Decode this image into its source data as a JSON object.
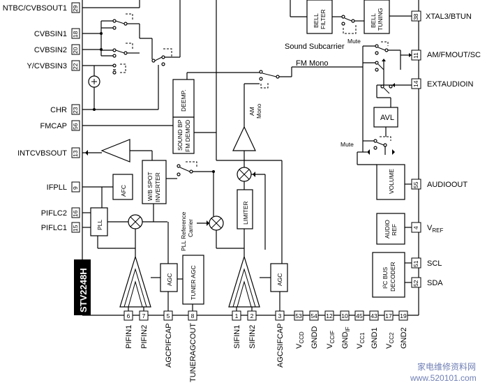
{
  "chip_name": "STV2248H",
  "left_pins": [
    {
      "label": "NTBC/CVBSOUT1",
      "pin": "29"
    },
    {
      "label": "CVBSIN1",
      "pin": "18"
    },
    {
      "label": "CVBSIN2",
      "pin": "20"
    },
    {
      "label": "Y/CVBSIN3",
      "pin": "22"
    },
    {
      "label": "CHR",
      "pin": "23"
    },
    {
      "label": "FMCAP",
      "pin": "56"
    },
    {
      "label": "INTCVBSOUT",
      "pin": "13"
    },
    {
      "label": "IFPLL",
      "pin": "9"
    },
    {
      "label": "PIFLC2",
      "pin": "16"
    },
    {
      "label": "PIFLC1",
      "pin": "15"
    }
  ],
  "right_pins": [
    {
      "label": "XTAL3/BTUN",
      "pin": "38"
    },
    {
      "label": "AM/FMOUT/SC",
      "pin": "11"
    },
    {
      "label": "EXTAUDIOIN",
      "pin": "14"
    },
    {
      "label": "AUDIOOUT",
      "pin": "55"
    },
    {
      "label": "VREF",
      "label_sub": "REF",
      "label_main": "V",
      "pin": "4"
    },
    {
      "label": "SCL",
      "pin": "51"
    },
    {
      "label": "SDA",
      "pin": "52"
    }
  ],
  "bottom_pins_if": [
    {
      "label": "PIFIN1",
      "pin": "6"
    },
    {
      "label": "PIFIN2",
      "pin": "7"
    },
    {
      "label": "AGCPIFCAP",
      "pin": "5"
    },
    {
      "label": "TUNERAGCOUT",
      "pin": "8"
    },
    {
      "label": "SIFIN1",
      "pin": "1"
    },
    {
      "label": "SIFIN2",
      "pin": "2"
    },
    {
      "label": "AGCSIFCAP",
      "pin": "3"
    }
  ],
  "bottom_pins_power": [
    {
      "main": "V",
      "sub": "CCD",
      "pin": "53"
    },
    {
      "main": "GNDD",
      "sub": "",
      "pin": "54"
    },
    {
      "main": "V",
      "sub": "CCIF",
      "pin": "12"
    },
    {
      "main": "GND",
      "sub": "IF",
      "pin": "10"
    },
    {
      "main": "V",
      "sub": "CC1",
      "pin": "45"
    },
    {
      "main": "GND1",
      "sub": "",
      "pin": "43"
    },
    {
      "main": "V",
      "sub": "CC2",
      "pin": "17"
    },
    {
      "main": "GND2",
      "sub": "",
      "pin": "19"
    }
  ],
  "blocks": {
    "bell_filter": [
      "BELL",
      "FILTER"
    ],
    "bell_tuning": [
      "BELL",
      "TUNING"
    ],
    "deemp": "DEEMP.",
    "sound_bp": "SOUND BP",
    "fm_demod": "FM DEMOD",
    "afc": "AFC",
    "wb_spot": "W/B SPOT",
    "inverter": "INVERTER",
    "pll": "PLL",
    "agc_pif": "AGC",
    "tuner_agc": "TUNER AGC",
    "limiter": "LIMITER",
    "agc_sif": "AGC",
    "avl": "AVL",
    "volume": "VOLUME",
    "audio_ref": [
      "AUDIO",
      "REF"
    ],
    "i2c_bus": [
      "I²C BUS",
      "DECODER"
    ]
  },
  "annotations": {
    "mute_top": "Mute",
    "sound_subcarrier": "Sound Subcarrier",
    "fm_mono": "FM Mono",
    "am_mono": [
      "AM",
      "Mono"
    ],
    "mute_left": "Mute",
    "pll_ref": [
      "PLL Reference",
      "Carrier"
    ]
  },
  "watermark": {
    "line1": "家电维修资料网",
    "line2": "www.520101.com"
  }
}
